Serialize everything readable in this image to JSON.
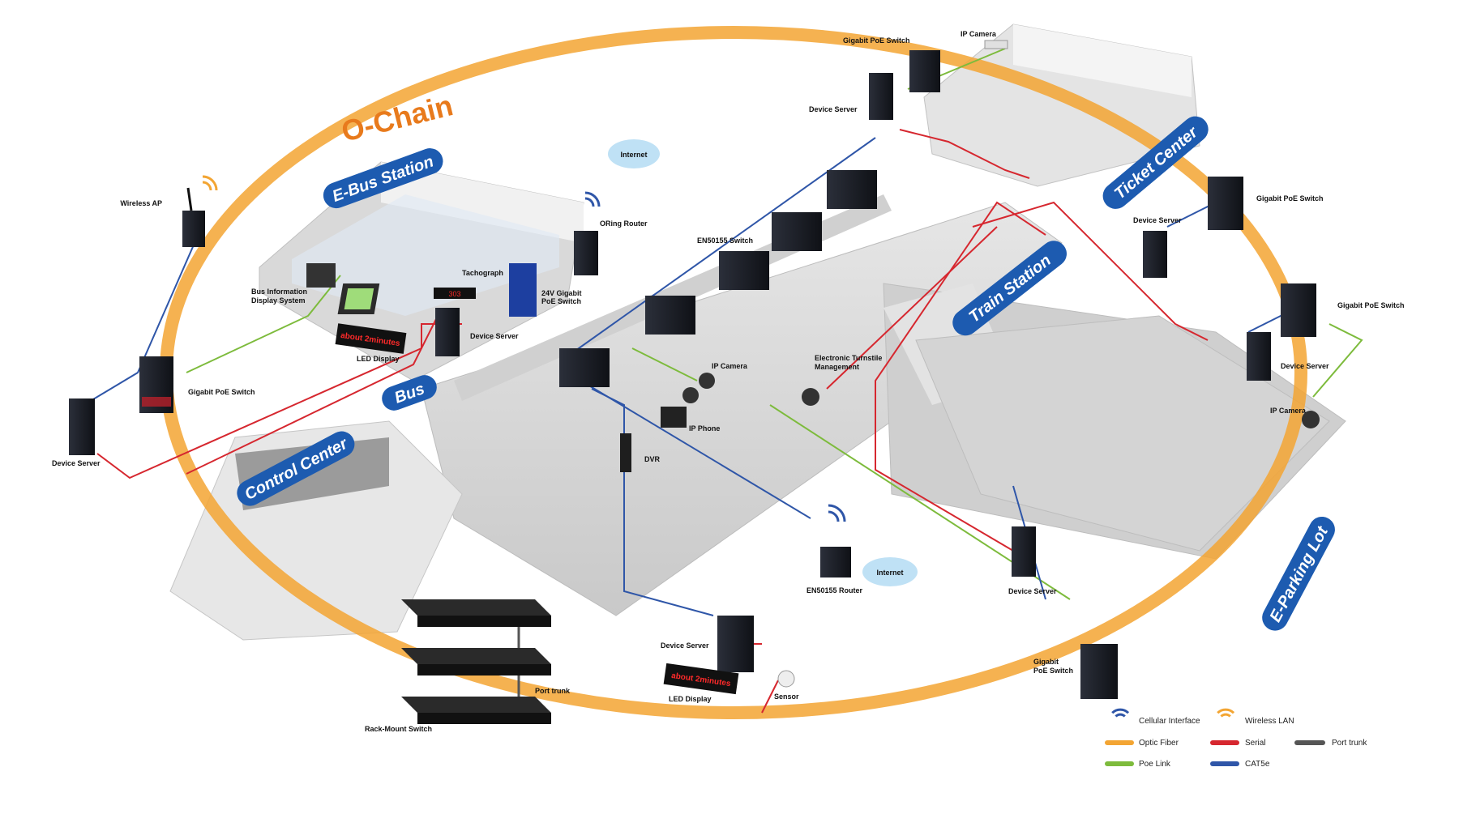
{
  "diagram": {
    "title": "O-Chain",
    "zones": {
      "ebus": "E-Bus Station",
      "bus": "Bus",
      "control": "Control Center",
      "train": "Train Station",
      "ticket": "Ticket Center",
      "parking": "E-Parking Lot"
    },
    "labels": {
      "wireless_ap": "Wireless AP",
      "bus_info": "Bus Information Display System",
      "bus_info_l1": "Bus Information",
      "bus_info_l2": "Display System",
      "tachograph": "Tachograph",
      "device_server_ebus": "Device Server",
      "poe_24v_l1": "24V Gigabit",
      "poe_24v_l2": "PoE Switch",
      "oring_router": "ORing Router",
      "internet_top": "Internet",
      "led_display_top": "LED Display",
      "led_text": "about 2minutes",
      "gig_poe_left": "Gigabit PoE Switch",
      "device_server_left": "Device Server",
      "en50155_switch": "EN50155 Switch",
      "ip_camera_mid": "IP Camera",
      "ip_phone": "IP Phone",
      "dvr": "DVR",
      "turnstile_l1": "Electronic Turnstile",
      "turnstile_l2": "Management",
      "en50155_router": "EN50155 Router",
      "internet_bottom": "Internet",
      "device_server_bottom": "Device Server",
      "led_display_bottom": "LED Display",
      "sensor": "Sensor",
      "port_trunk": "Port trunk",
      "rack_mount": "Rack-Mount Switch",
      "gig_poe_ticket": "Gigabit PoE Switch",
      "ip_camera_ticket": "IP Camera",
      "device_server_ticket": "Device Server",
      "device_server_right": "Device Server",
      "gig_poe_right1": "Gigabit PoE Switch",
      "gig_poe_right2": "Gigabit PoE Switch",
      "device_server_right2": "Device Server",
      "ip_camera_parking": "IP Camera",
      "device_server_parking": "Device Server",
      "gig_poe_parking_l1": "Gigabit",
      "gig_poe_parking_l2": "PoE Switch"
    },
    "legend": {
      "cellular": "Cellular Interface",
      "wireless": "Wireless LAN",
      "optic": "Optic Fiber",
      "serial": "Serial",
      "port_trunk": "Port trunk",
      "poe": "Poe Link",
      "cat5e": "CAT5e"
    },
    "colors": {
      "optic": "#f3a533",
      "serial": "#d6272f",
      "poe": "#7dbb3c",
      "cat5e": "#2f56a8",
      "trunk": "#555555",
      "zone_badge": "#1d5bb0",
      "title": "#e87a1c"
    }
  }
}
